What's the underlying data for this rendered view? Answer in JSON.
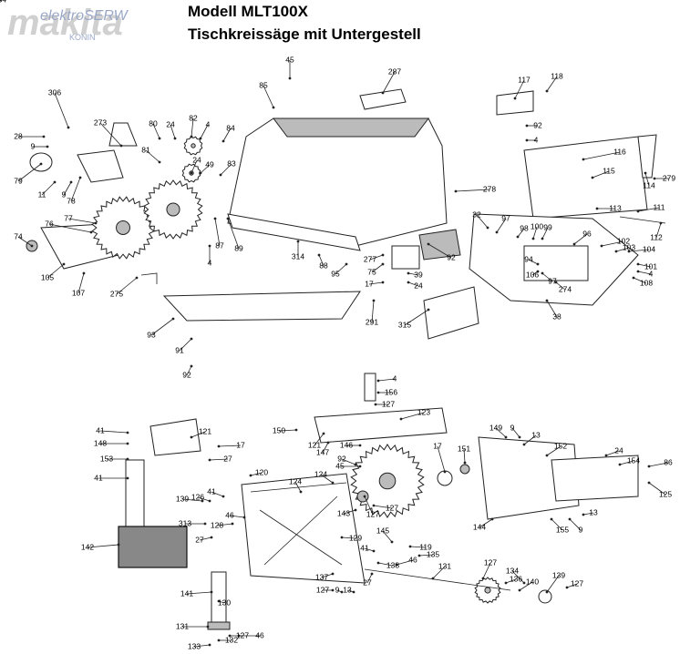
{
  "header": {
    "logo_brand": "makita",
    "logo_overlay": "elektroSERW",
    "logo_sub": "KONIN",
    "model": "Modell MLT100X",
    "subtitle": "Tischkreissäge mit Untergestell"
  },
  "callouts": [
    "45",
    "85",
    "287",
    "117",
    "118",
    "306",
    "28",
    "273",
    "80",
    "24",
    "82",
    "4",
    "84",
    "92",
    "4",
    "9",
    "79",
    "81",
    "24",
    "83",
    "49",
    "116",
    "11",
    "9",
    "78",
    "115",
    "279",
    "77",
    "278",
    "114",
    "76",
    "87",
    "113",
    "111",
    "74",
    "89",
    "314",
    "112",
    "32",
    "97",
    "98",
    "100",
    "99",
    "4",
    "88",
    "277",
    "95",
    "92",
    "96",
    "102",
    "103",
    "104",
    "105",
    "75",
    "39",
    "17",
    "24",
    "94",
    "101",
    "106",
    "97",
    "4",
    "108",
    "107",
    "275",
    "274",
    "291",
    "38",
    "315",
    "93",
    "91",
    "92",
    "4",
    "156",
    "127",
    "41",
    "121",
    "123",
    "150",
    "148",
    "17",
    "121",
    "147",
    "146",
    "92",
    "149",
    "9",
    "13",
    "27",
    "17",
    "151",
    "152",
    "153",
    "24",
    "154",
    "45",
    "86",
    "41",
    "120",
    "124",
    "124",
    "125",
    "139",
    "41",
    "126",
    "127",
    "313",
    "128",
    "46",
    "127",
    "143",
    "144",
    "155",
    "9",
    "13",
    "27",
    "129",
    "145",
    "142",
    "119",
    "41",
    "135",
    "46",
    "127",
    "138",
    "131",
    "137",
    "136",
    "127",
    "9",
    "13",
    "27",
    "134",
    "139",
    "140",
    "127",
    "141",
    "130",
    "131",
    "132",
    "127",
    "46",
    "133",
    "134"
  ]
}
